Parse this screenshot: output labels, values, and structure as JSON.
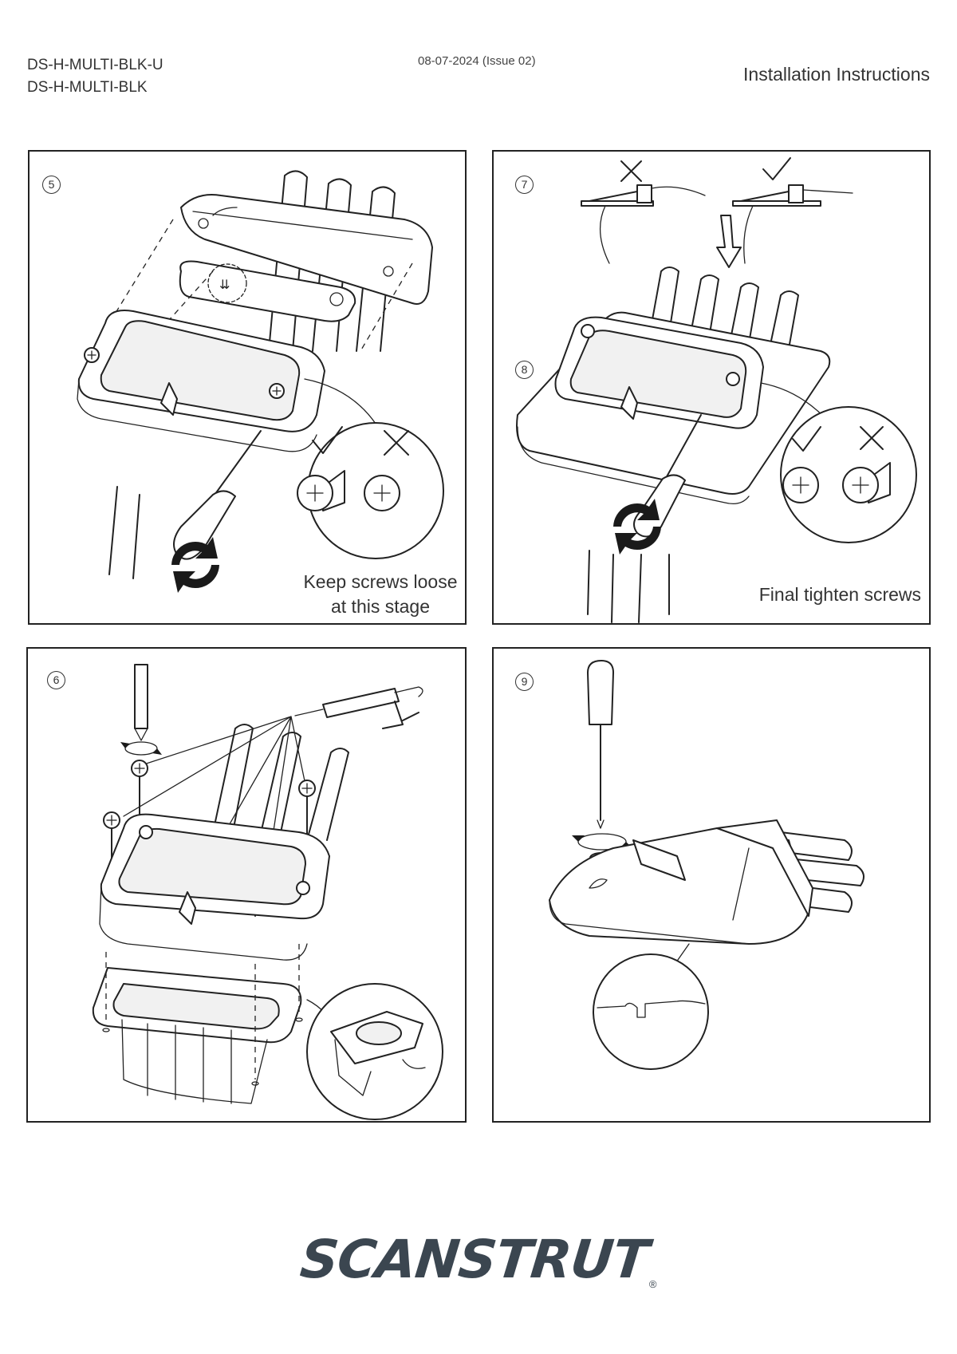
{
  "header": {
    "product_codes": [
      "DS-H-MULTI-BLK-U",
      "DS-H-MULTI-BLK"
    ],
    "date_issue": "08-07-2024 (Issue 02)",
    "title": "Installation Instructions"
  },
  "panels": {
    "step5": {
      "number": "5",
      "caption": "Keep screws loose\nat this stage"
    },
    "step7": {
      "number": "7",
      "sub_step": "8",
      "caption": "Final tighten screws"
    },
    "step6": {
      "number": "6"
    },
    "step9": {
      "number": "9"
    }
  },
  "icons": [
    "check-icon",
    "cross-icon",
    "rotate-arrows-icon",
    "screw-icon",
    "screwdriver-icon",
    "sealant-gun-icon",
    "drill-icon"
  ],
  "footer": {
    "logo": "SCANSTRUT"
  }
}
